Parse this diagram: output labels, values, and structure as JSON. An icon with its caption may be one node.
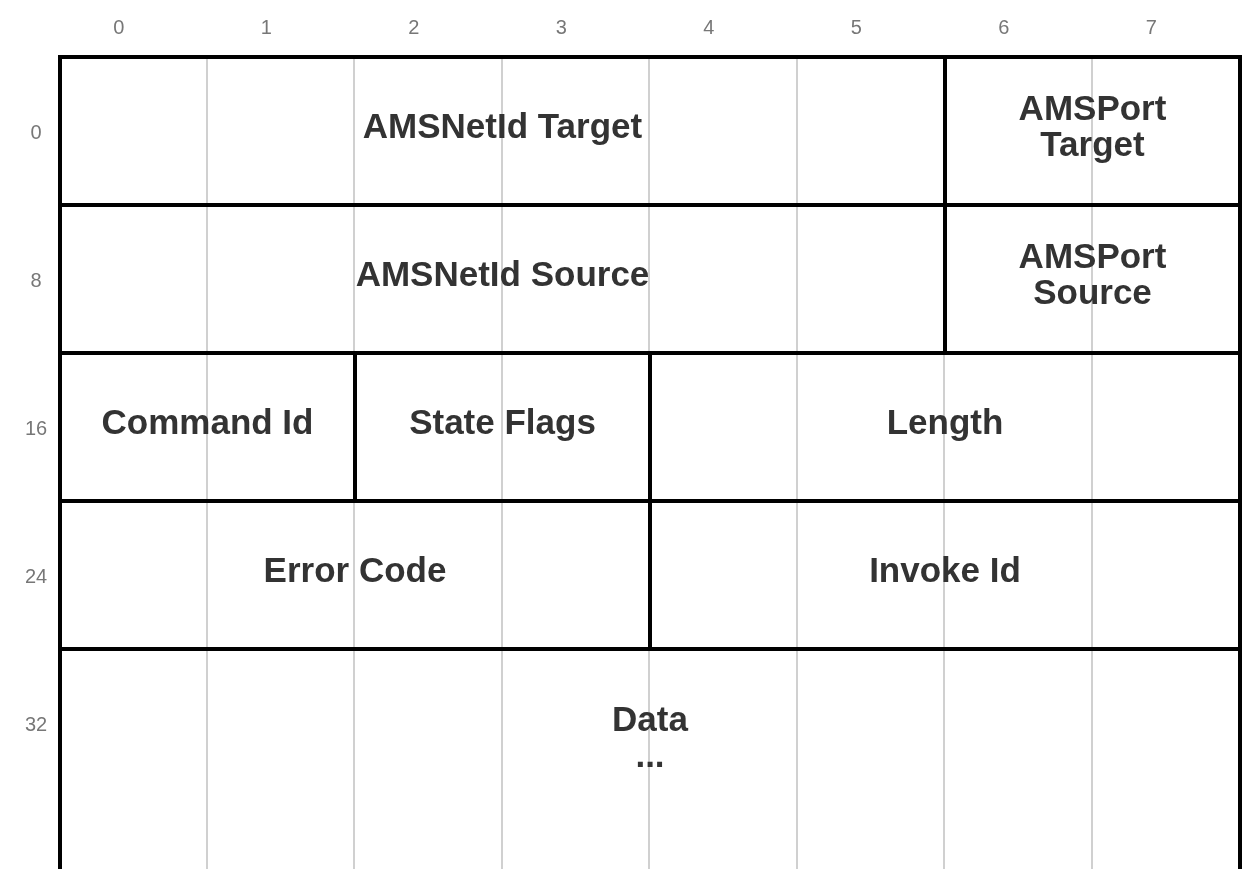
{
  "diagram": {
    "nodes": [
      {
        "text": [
          "AMSNetId Target"
        ]
      },
      {
        "text": [
          "AMSPort Target"
        ]
      },
      {
        "text": [
          "AMSNetId Source"
        ]
      },
      {
        "text": [
          "AMSPort Source"
        ]
      },
      {
        "text": [
          "Command Id"
        ]
      },
      {
        "text": [
          "State Flags"
        ]
      },
      {
        "text": [
          "Length"
        ]
      },
      {
        "text": [
          "Error Code"
        ]
      },
      {
        "text": [
          "Invoke Id"
        ]
      },
      {
        "text": [
          "Data",
          "..."
        ]
      }
    ],
    "edges": [],
    "labels": [
      "0",
      "1",
      "2",
      "3",
      "4",
      "5",
      "6",
      "7",
      "0",
      "8",
      "16",
      "24",
      "32"
    ]
  }
}
